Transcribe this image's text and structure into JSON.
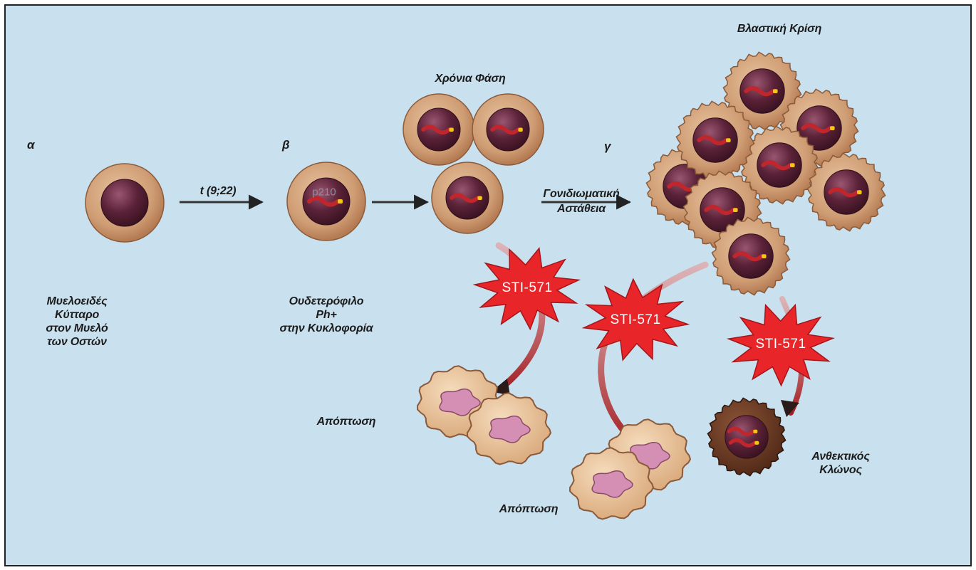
{
  "stages": {
    "a": "α",
    "b": "β",
    "c": "γ"
  },
  "arrows": {
    "translocation": "t (9;22)",
    "instability_line1": "Γονιδιωματική",
    "instability_line2": "Αστάθεια"
  },
  "labels": {
    "myeloid_cell": [
      "Μυελοειδές",
      "Κύτταρο",
      "στον Μυελό",
      "των Οστών"
    ],
    "neutrophil": [
      "Ουδετερόφιλο",
      "Ph+",
      "στην Κυκλοφορία"
    ],
    "chronic_phase": "Χρόνια Φάση",
    "blast_crisis": "Βλαστική Κρίση",
    "apoptosis_1": "Απόπτωση",
    "apoptosis_2": "Απόπτωση",
    "resistant_clone": [
      "Ανθεκτικός",
      "Κλώνος"
    ]
  },
  "protein_label": "p210",
  "drug_label": "STI-571",
  "colors": {
    "background": "#c9e1ee",
    "cell_cytoplasm": "#d6a77e",
    "cell_nucleus": "#5b2238",
    "drug_star": "#e8262a",
    "apoptotic_cell": "#e8c29a",
    "apoptotic_nucleus": "#d68fb4",
    "resistant_cell": "#6a3a26",
    "fusion_gene": "#c0262b",
    "fusion_tip": "#f5c518"
  }
}
